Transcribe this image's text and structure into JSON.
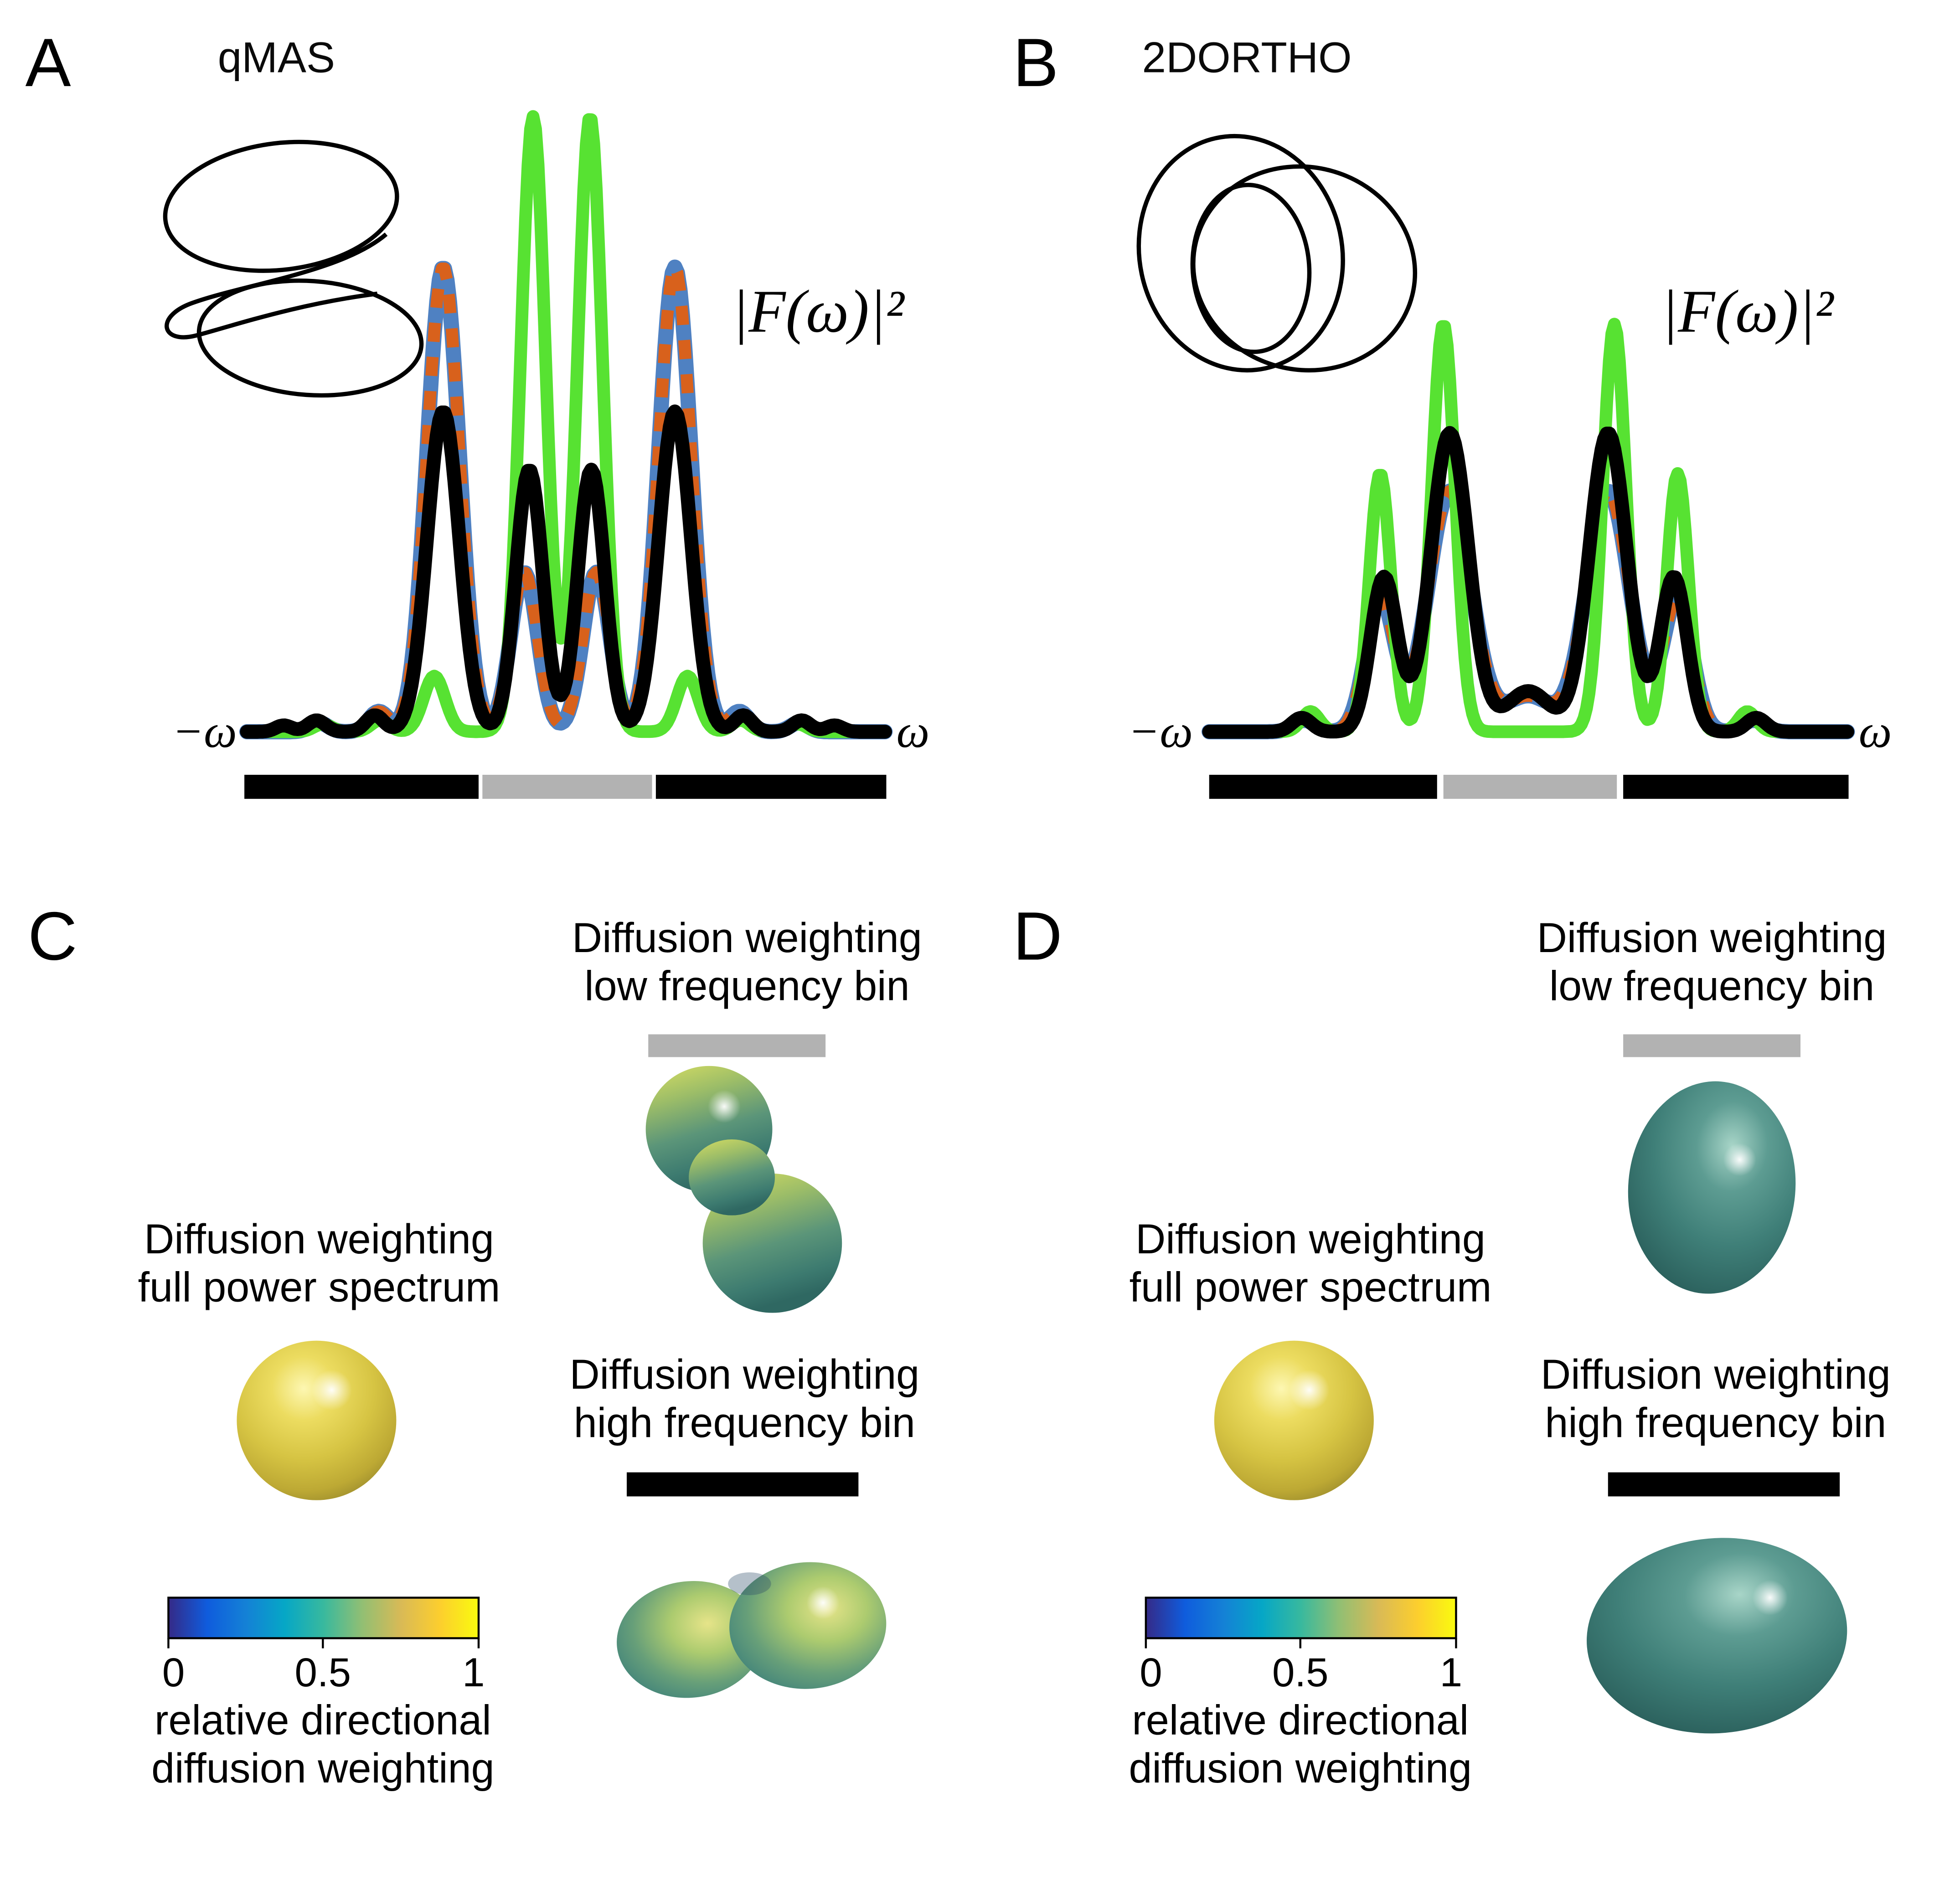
{
  "colors": {
    "green": "#57e232",
    "blue": "#4f81c2",
    "orange": "#d8611c",
    "black": "#000000",
    "bar_gray": "#b2b2b2",
    "bar_black": "#000000"
  },
  "panel_a": {
    "label": "A",
    "title": "qMAS",
    "spectrum_label": "|F(ω)|²",
    "axis_left": "−ω",
    "axis_right": "ω"
  },
  "panel_b": {
    "label": "B",
    "title": "2DORTHO",
    "spectrum_label": "|F(ω)|²",
    "axis_left": "−ω",
    "axis_right": "ω"
  },
  "panel_c": {
    "label": "C",
    "low_bin": {
      "line1": "Diffusion weighting",
      "line2": "low frequency bin"
    },
    "full": {
      "line1": "Diffusion weighting",
      "line2": "full power spectrum"
    },
    "high_bin": {
      "line1": "Diffusion weighting",
      "line2": "high frequency bin"
    },
    "colorbar": {
      "tick_min": "0",
      "tick_mid": "0.5",
      "tick_max": "1",
      "label_line1": "relative directional",
      "label_line2": "diffusion weighting"
    }
  },
  "panel_d": {
    "label": "D",
    "low_bin": {
      "line1": "Diffusion weighting",
      "line2": "low frequency bin"
    },
    "full": {
      "line1": "Diffusion weighting",
      "line2": "full power spectrum"
    },
    "high_bin": {
      "line1": "Diffusion weighting",
      "line2": "high frequency bin"
    },
    "colorbar": {
      "tick_min": "0",
      "tick_mid": "0.5",
      "tick_max": "1",
      "label_line1": "relative directional",
      "label_line2": "diffusion weighting"
    }
  }
}
